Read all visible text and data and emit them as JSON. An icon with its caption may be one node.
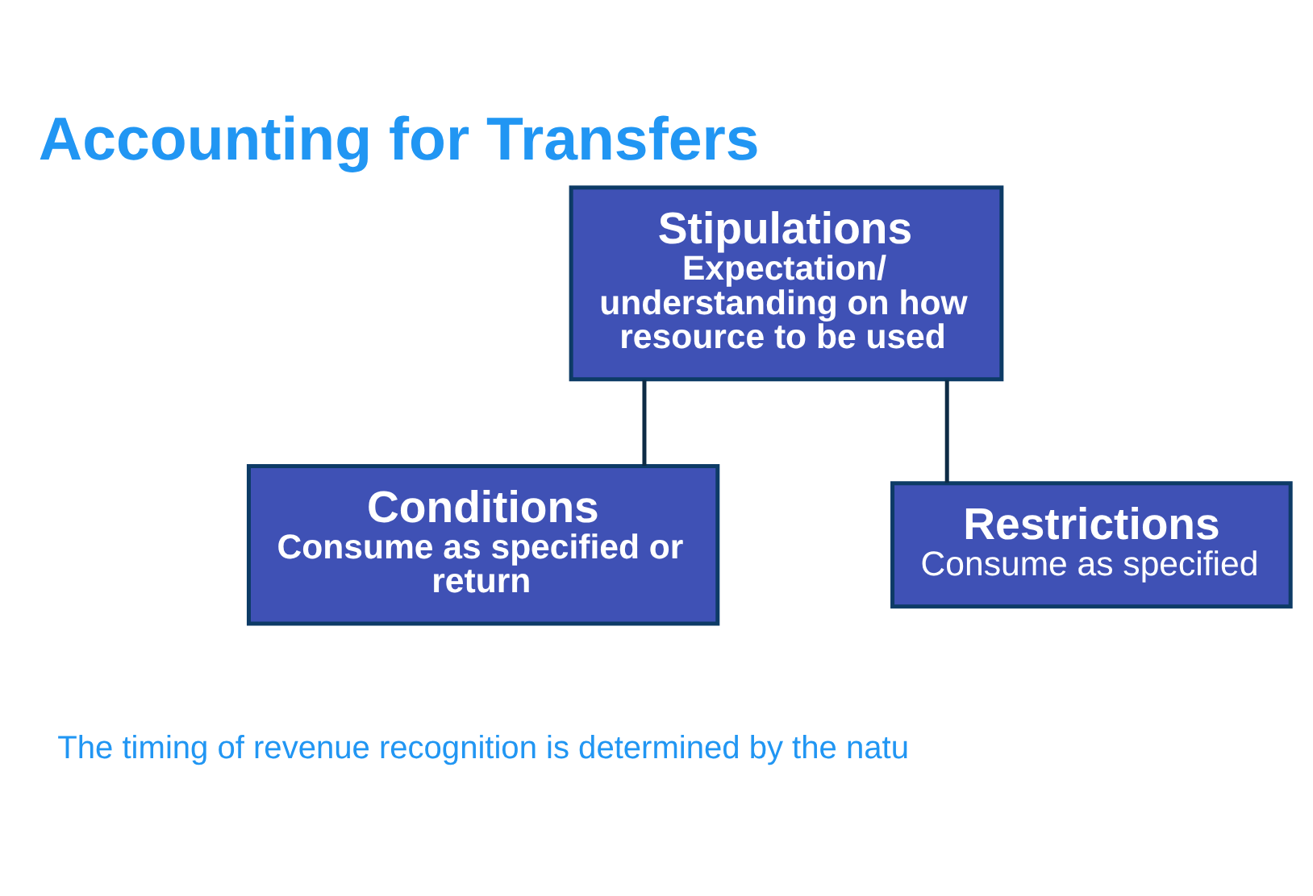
{
  "diagram": {
    "title": "Accounting for Transfers",
    "nodes": [
      {
        "text": [
          "Stipulations",
          "Expectation/ understanding on how resource to be used"
        ]
      },
      {
        "text": [
          "Conditions",
          "Consume as specified or return"
        ]
      },
      {
        "text": [
          "Restrictions",
          "Consume as specified"
        ]
      }
    ],
    "edges": [
      {
        "from": 0,
        "to": 1,
        "arrow": "none"
      },
      {
        "from": 0,
        "to": 2,
        "arrow": "none"
      }
    ],
    "labels": [
      "The timing of revenue recognition is determined by the natu"
    ]
  }
}
